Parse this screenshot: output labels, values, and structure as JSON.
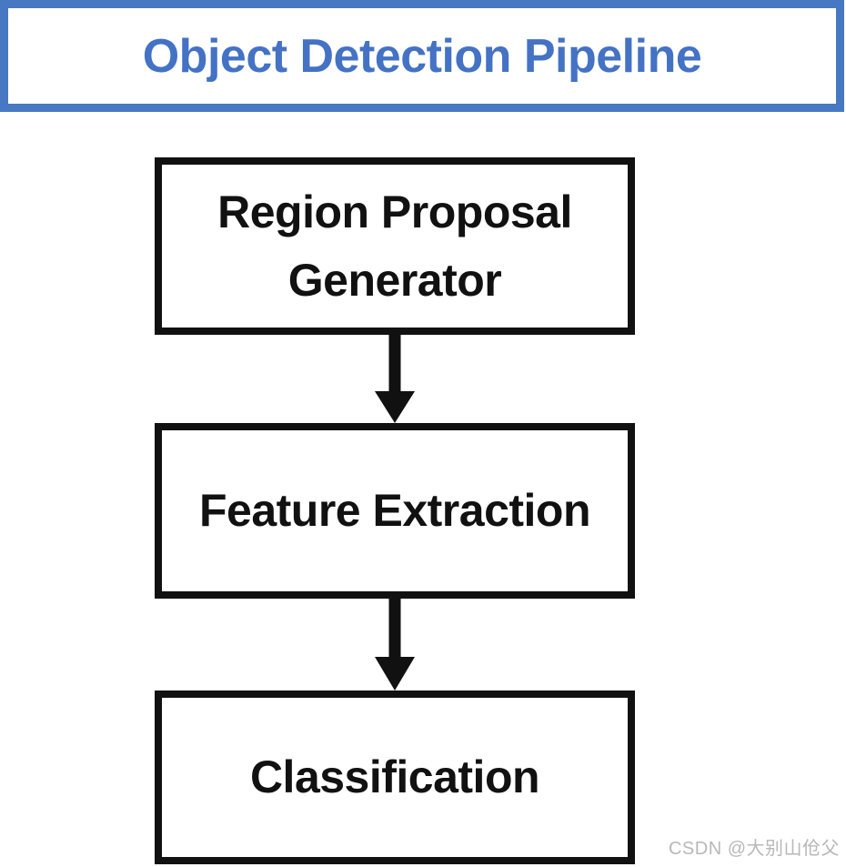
{
  "title": {
    "text": "Object Detection Pipeline"
  },
  "flowchart": {
    "type": "flowchart",
    "direction": "top-down",
    "nodes": [
      {
        "id": "region-proposal-generator",
        "label": "Region Proposal Generator"
      },
      {
        "id": "feature-extraction",
        "label": "Feature Extraction"
      },
      {
        "id": "classification",
        "label": "Classification"
      }
    ],
    "edges": [
      {
        "from": "region-proposal-generator",
        "to": "feature-extraction",
        "style": "solid-arrow-down"
      },
      {
        "from": "feature-extraction",
        "to": "classification",
        "style": "solid-arrow-down"
      }
    ]
  },
  "watermark": {
    "text": "CSDN @大别山伧父"
  },
  "colors": {
    "background": "#FFFFFF",
    "title_border": "#4778C2",
    "title_text": "#4472C4",
    "node_border": "#111111",
    "node_text": "#111111",
    "arrow": "#111111",
    "watermark_text": "#B8B8B8"
  }
}
